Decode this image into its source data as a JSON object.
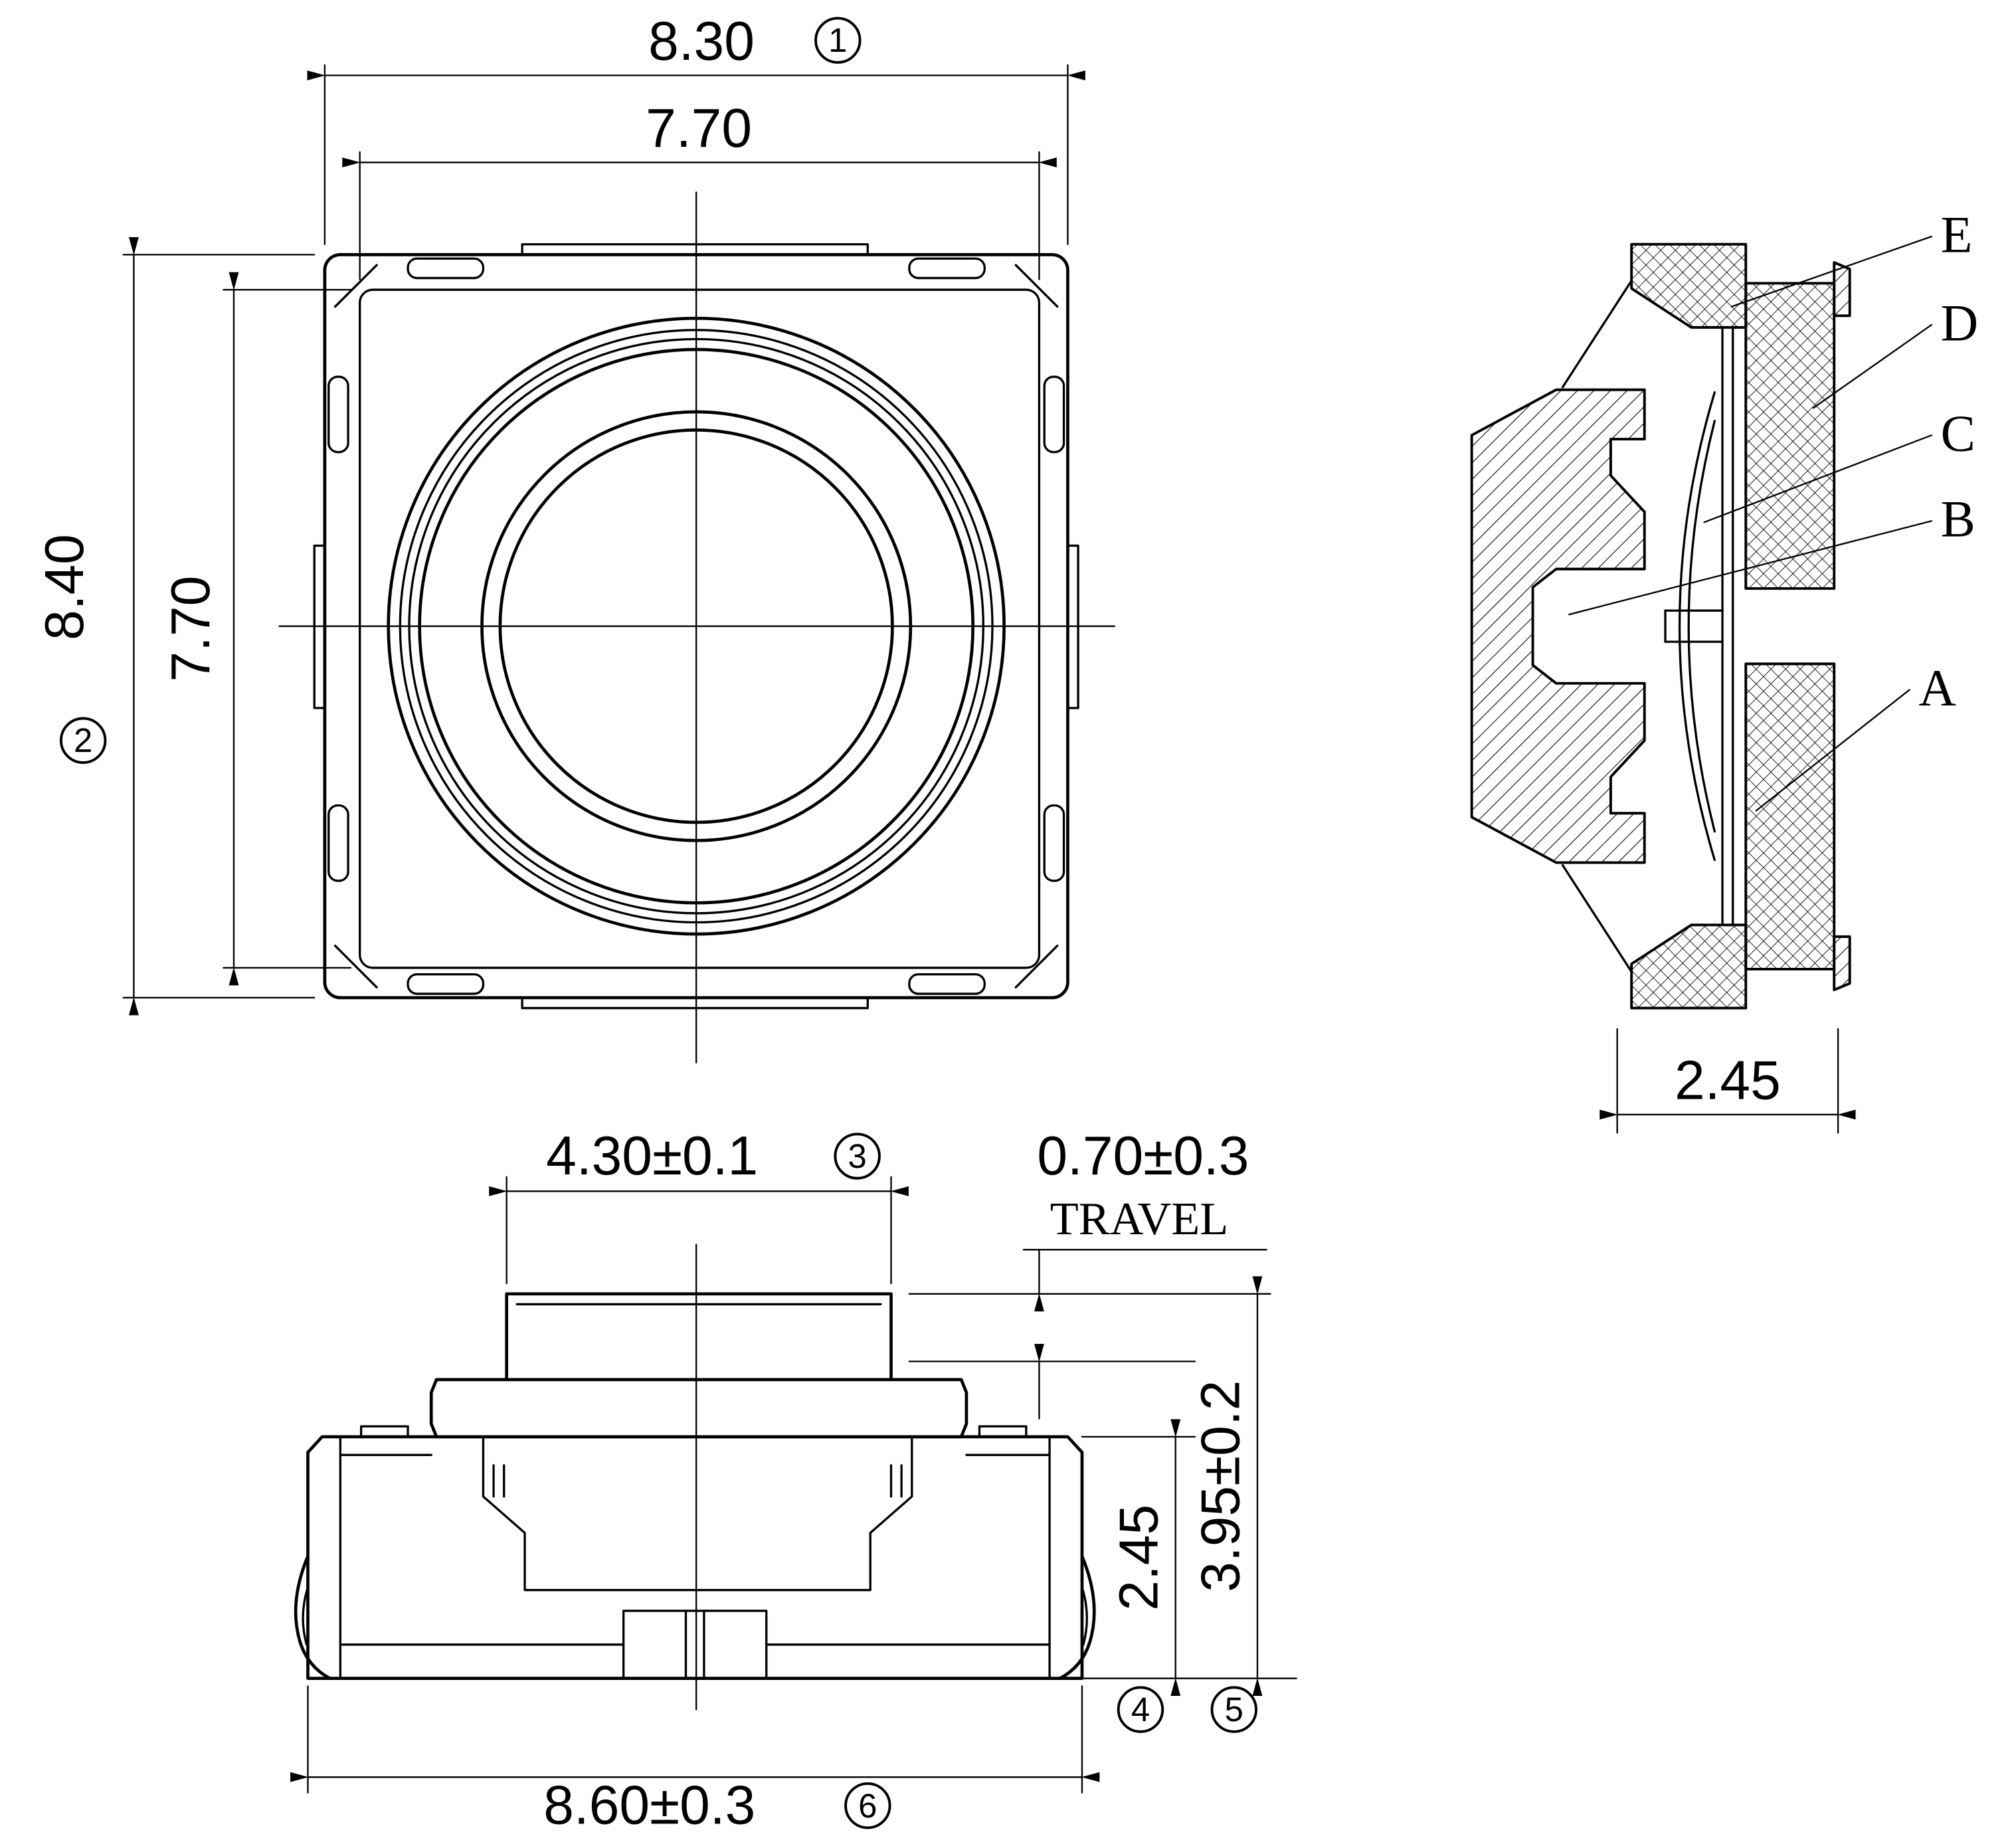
{
  "colors": {
    "ink": "#000000",
    "background": "#ffffff"
  },
  "top_view": {
    "dim_outer_width": "8.30",
    "balloon_1": "1",
    "dim_inner_width": "7.70",
    "dim_outer_height": "8.40",
    "balloon_2": "2",
    "dim_inner_height": "7.70"
  },
  "section_view": {
    "label_e": "E",
    "label_d": "D",
    "label_c": "C",
    "label_b": "B",
    "label_a": "A",
    "dim_thickness": "2.45"
  },
  "front_view": {
    "dim_stem_width": "4.30±0.1",
    "balloon_3": "3",
    "dim_travel": "0.70±0.3",
    "travel_label": "TRAVEL",
    "dim_body_height": "2.45",
    "balloon_4": "4",
    "dim_total_height": "3.95±0.2",
    "balloon_5": "5",
    "dim_total_width": "8.60±0.3",
    "balloon_6": "6"
  }
}
